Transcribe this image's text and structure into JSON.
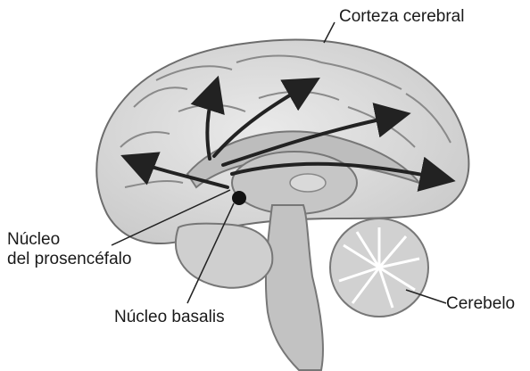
{
  "labels": {
    "corteza": "Corteza cerebral",
    "nucleo_prosencefalo_line1": "Núcleo",
    "nucleo_prosencefalo_line2": "del prosencéfalo",
    "nucleo_basalis": "Núcleo basalis",
    "cerebelo": "Cerebelo"
  }
}
